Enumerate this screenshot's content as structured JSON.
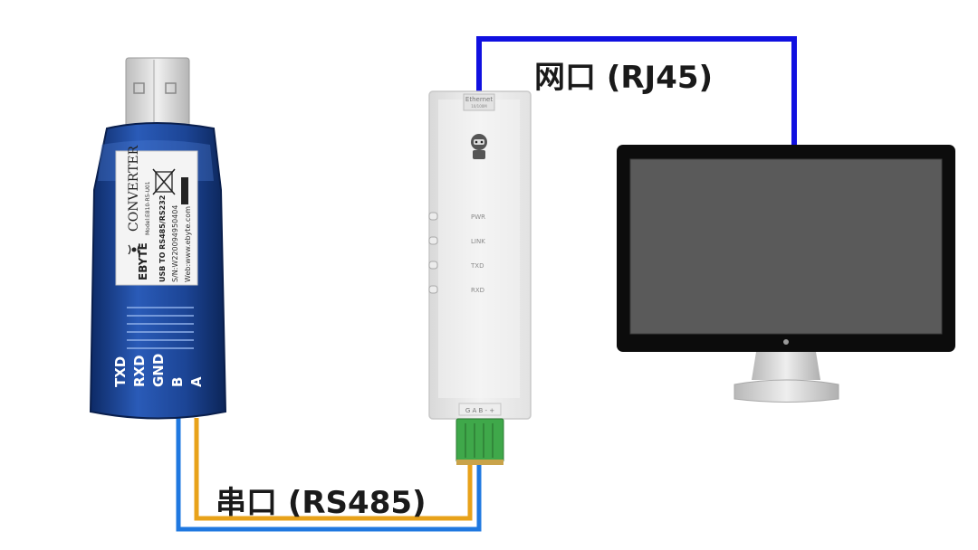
{
  "labels": {
    "network_port": "网口 (RJ45)",
    "serial_port": "串口 (RS485)"
  },
  "usb_converter": {
    "brand": "EBYTE",
    "title": "CONVERTER",
    "model": "Model:E810-R5-U01",
    "description": "USB TO RS485/RS232",
    "serial_number": "S/N:W220094950404",
    "web": "Web:www.ebyte.com",
    "pins": [
      "TXD",
      "RXD",
      "GND",
      "B",
      "A"
    ]
  },
  "ethernet_module": {
    "port_label": "Ethernet",
    "port_speed": "10/100M",
    "leds": [
      "PWR",
      "LINK",
      "TXD",
      "RXD"
    ],
    "terminal_label": "G A B - +"
  },
  "colors": {
    "network_cable": "#1010e0",
    "serial_cable_blue": "#1f78e0",
    "serial_cable_orange": "#e8a21a",
    "usb_body": "#1a3f8a",
    "terminal_block": "#3fa84a"
  }
}
